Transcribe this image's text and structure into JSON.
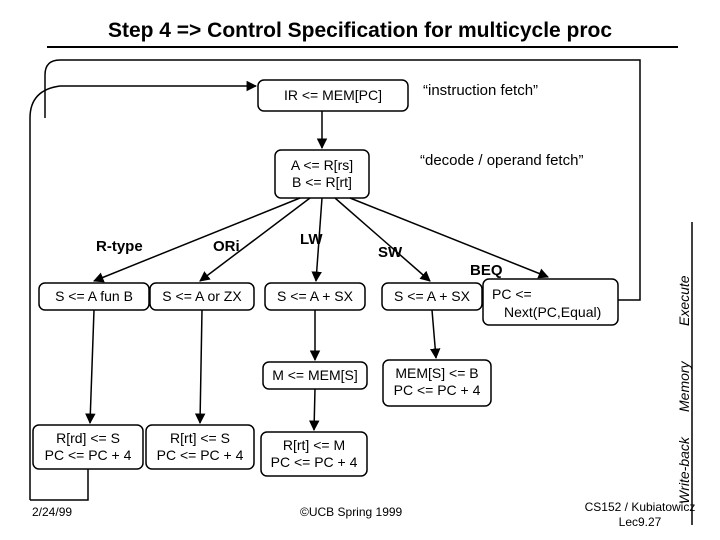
{
  "title": "Step 4  => Control Specification for multicycle proc",
  "states": {
    "fetch": "IR <= MEM[PC]",
    "decode_a": "A <= R[rs]",
    "decode_b": "B <= R[rt]",
    "rtype_exec": "S <= A fun B",
    "ori_exec": "S <= A or ZX",
    "lw_exec": "S <= A + SX",
    "sw_exec": "S <= A + SX",
    "beq_line1": "PC <=",
    "beq_line2": "Next(PC,Equal)",
    "lw_mem": "M <= MEM[S]",
    "sw_mem_line1": "MEM[S] <= B",
    "sw_mem_line2": "PC <= PC + 4",
    "rtype_wb_line1": "R[rd] <= S",
    "rtype_wb_line2": "PC <= PC + 4",
    "ori_wb_line1": "R[rt] <= S",
    "ori_wb_line2": "PC <= PC + 4",
    "lw_wb_line1": "R[rt] <= M",
    "lw_wb_line2": "PC <= PC + 4"
  },
  "annotations": {
    "fetch_note": "“instruction fetch”",
    "decode_note": "“decode / operand fetch”"
  },
  "branches": {
    "rtype": "R-type",
    "ori": "ORi",
    "lw": "LW",
    "sw": "SW",
    "beq": "BEQ"
  },
  "side_labels": {
    "execute": "Execute",
    "memory": "Memory",
    "writeback": "Write-back"
  },
  "footer": {
    "date": "2/24/99",
    "copyright": "©UCB Spring 1999",
    "course": "CS152 / Kubiatowicz",
    "lecture": "Lec9.27"
  }
}
